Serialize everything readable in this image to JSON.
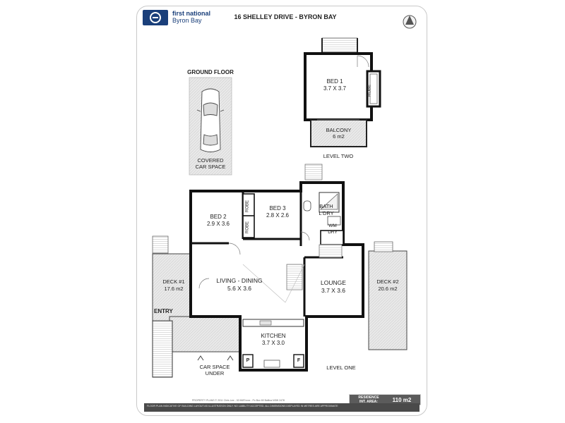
{
  "brand": {
    "name": "first national",
    "office": "Byron Bay",
    "accent": "#1a3f7a"
  },
  "title": "16 SHELLEY DRIVE - BYRON BAY",
  "compass": {
    "icon": "north-arrow-icon"
  },
  "ground_floor": {
    "heading": "GROUND FLOOR",
    "car_space": {
      "line1": "COVERED",
      "line2": "CAR SPACE"
    }
  },
  "level_two": {
    "heading": "LEVEL TWO",
    "rooms": [
      {
        "name": "BED 1",
        "dims": "3.7 X 3.7"
      },
      {
        "name": "BALCONY",
        "dims": "6 m2"
      }
    ],
    "robe": "ROBE"
  },
  "level_one": {
    "heading": "LEVEL ONE",
    "bed2": {
      "name": "BED 2",
      "dims": "2.9 X 3.6"
    },
    "bed3": {
      "name": "BED 3",
      "dims": "2.8 X 2.6"
    },
    "robe_a": "ROBE",
    "robe_b": "ROBE",
    "bath": {
      "line1": "BATH",
      "line2": "L'DRY"
    },
    "wm": {
      "line1": "WM",
      "line2": "DRY"
    },
    "living": {
      "name": "LIVING - DINING",
      "dims": "5.6 X 3.6"
    },
    "lounge": {
      "name": "LOUNGE",
      "dims": "3.7 X 3.6"
    },
    "kitchen": {
      "name": "KITCHEN",
      "dims": "3.7 X 3.0"
    },
    "deck1": {
      "name": "DECK #1",
      "dims": "17.6 m2"
    },
    "deck2": {
      "name": "DECK #2",
      "dims": "20.6 m2"
    },
    "entry": "ENTRY",
    "car_under": {
      "line1": "CAR SPACE",
      "line2": "UNDER"
    },
    "pantry": "P",
    "fridge": "F"
  },
  "area": {
    "label1": "RESIDENCE",
    "label2": "INT. AREA:",
    "value": "110 m2"
  },
  "credit": "PROPERTY PLANS © 2011 Chris Lee - 02 6687xxxx - Po Box 69 Ballina NSW 2478",
  "footnote": "FLOOR PLAN INDICATIVE OF BUILDING LAYOUT AS ILLUSTRATION ONLY. NO LIABILITY ACCEPTED. ALL DIMENSIONS DISPLAYED IN METRES ARE APPROXIMATE"
}
